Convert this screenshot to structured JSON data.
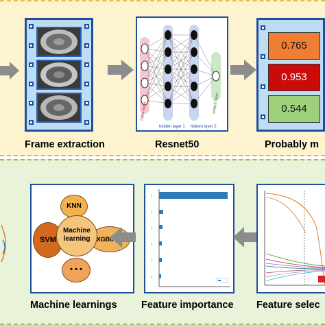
{
  "stages_top": {
    "frame_extraction": "Frame extraction",
    "resnet50": "Resnet50",
    "probably": "Probably m"
  },
  "resnet": {
    "input_layer": "input layer",
    "hidden_layer_1": "hidden layer 1",
    "hidden_layer_2": "hidden layer 2",
    "output_layer": "output layer"
  },
  "probabilities": [
    "0.765",
    "0.953",
    "0.544"
  ],
  "prob_colors": [
    "#ef7d32",
    "#cc0a0a",
    "#9ed17a"
  ],
  "stages_bottom": {
    "machine_learnings": "Machine learnings",
    "feature_importance": "Feature importance",
    "feature_selection": "Feature selec"
  },
  "ml_models": {
    "knn": "KNN",
    "svm": "SVM",
    "center": "Machine learning",
    "xgboost": "XGBoost",
    "more": "• • •"
  }
}
